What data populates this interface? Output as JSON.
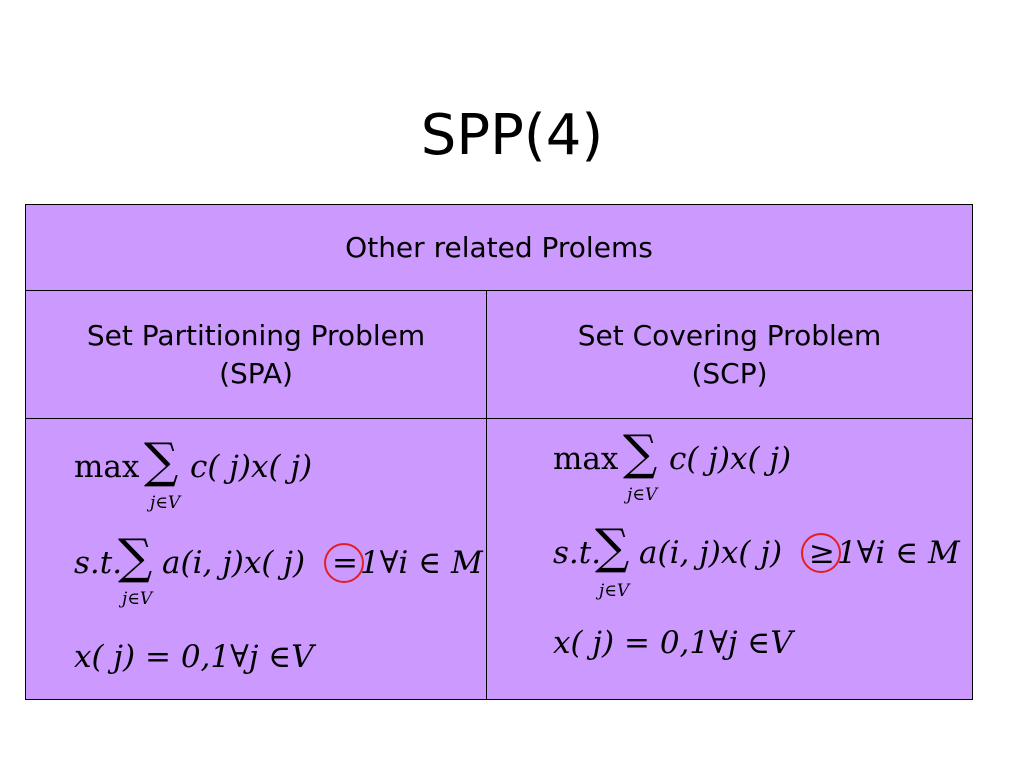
{
  "slide": {
    "title": "SPP(4)"
  },
  "table": {
    "header": "Other related Prolems",
    "left": {
      "title_line1": "Set Partitioning Problem",
      "title_line2": "(SPA)",
      "objective": "max",
      "objective_expr": "c( j)x( j)",
      "sum_index": "j∈V",
      "constraint_prefix": "s.t.",
      "constraint_lhs": "a(i, j)x( j)",
      "constraint_op": "=",
      "constraint_rhs": "1∀i ∈ M",
      "domain": "x( j) = 0,1∀j ∈V"
    },
    "right": {
      "title_line1": "Set Covering Problem",
      "title_line2": "(SCP)",
      "objective": "max",
      "objective_expr": "c( j)x( j)",
      "sum_index": "j∈V",
      "constraint_prefix": "s.t.",
      "constraint_lhs": "a(i, j)x( j)",
      "constraint_op": "≥",
      "constraint_rhs": "1∀i ∈ M",
      "domain": "x( j) = 0,1∀j ∈V"
    },
    "colors": {
      "background": "#cc99ff",
      "highlight_circle": "#e32020"
    }
  }
}
